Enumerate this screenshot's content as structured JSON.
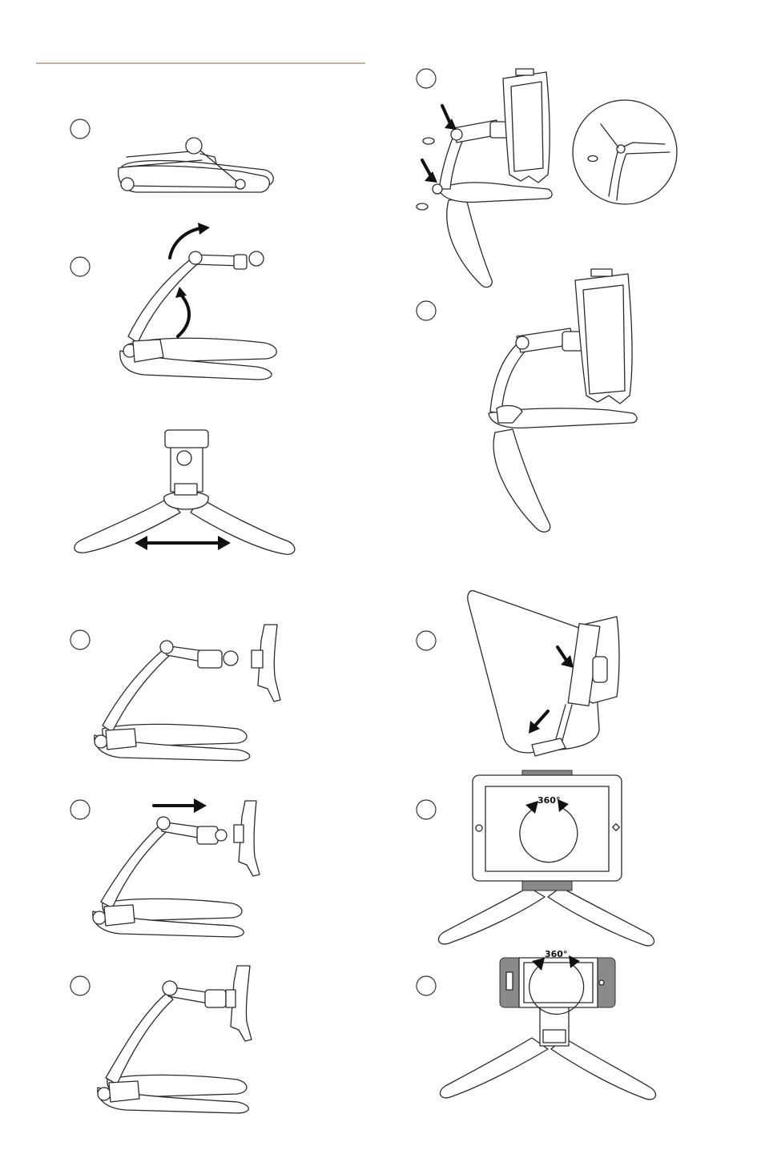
{
  "header": {
    "rule_color": "#a89a82"
  },
  "labels": {
    "rotation_a": "360°",
    "rotation_b": "360°"
  },
  "steps": [
    {
      "icon": "folded-stand-illustration"
    },
    {
      "icon": "unfold-arm-illustration"
    },
    {
      "icon": "spread-legs-illustration"
    },
    {
      "icon": "wall-mount-screws-illustration"
    },
    {
      "icon": "assembled-holder-illustration"
    },
    {
      "icon": "attach-holder-illustration"
    },
    {
      "icon": "insert-tablet-illustration"
    },
    {
      "icon": "slide-holder-illustration"
    },
    {
      "icon": "rotate-tablet-illustration"
    },
    {
      "icon": "tilt-holder-illustration"
    },
    {
      "icon": "rotate-phone-illustration"
    }
  ]
}
